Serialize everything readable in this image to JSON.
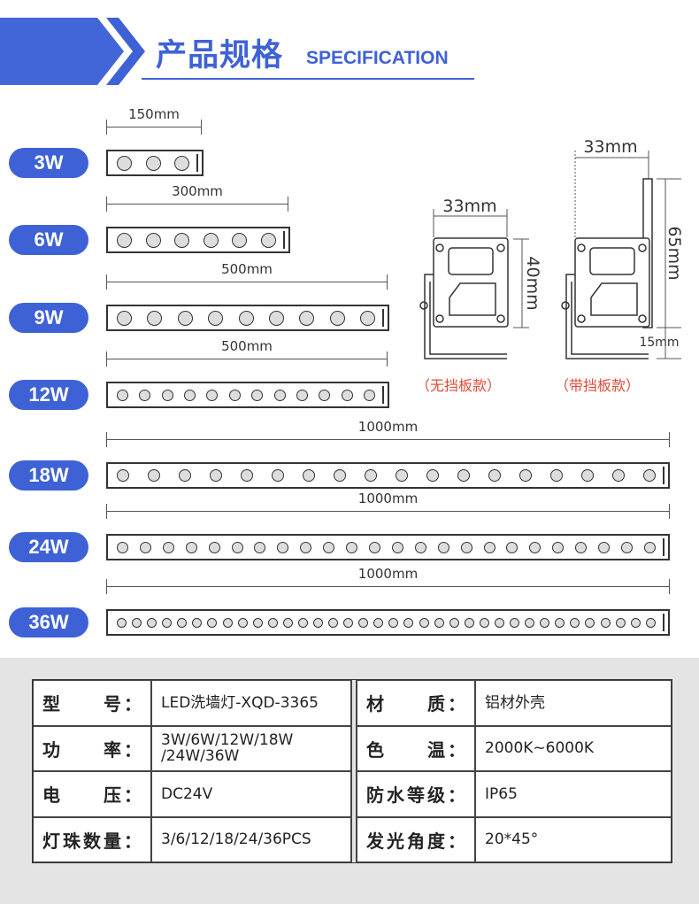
{
  "header": {
    "title": "产品规格",
    "subtitle": "SPECIFICATION"
  },
  "products": [
    {
      "watt": "3W",
      "length": "150mm",
      "leds": 3
    },
    {
      "watt": "6W",
      "length": "300mm",
      "leds": 6
    },
    {
      "watt": "9W",
      "length": "500mm",
      "leds": 9
    },
    {
      "watt": "12W",
      "length": "500mm",
      "leds": 12
    },
    {
      "watt": "18W",
      "length": "1000mm",
      "leds": 18
    },
    {
      "watt": "24W",
      "length": "1000mm",
      "leds": 24
    },
    {
      "watt": "36W",
      "length": "1000mm",
      "leds": 36
    }
  ],
  "brackets": {
    "left": {
      "width": "33mm",
      "height": "40mm",
      "caption": "（无挡板款）"
    },
    "right": {
      "width": "33mm",
      "height": "65mm",
      "offset": "15mm",
      "caption": "（带挡板款）"
    }
  },
  "specs": {
    "rows": [
      {
        "k1": "型　　号：",
        "v1": "LED洗墙灯-XQD-3365",
        "k2": "材　　质：",
        "v2": "铝材外壳"
      },
      {
        "k1": "功　　率：",
        "v1": "3W/6W/12W/18W /24W/36W",
        "k2": "色　　温：",
        "v2": "2000K~6000K"
      },
      {
        "k1": "电　　压：",
        "v1": "DC24V",
        "k2": "防水等级：",
        "v2": "IP65"
      },
      {
        "k1": "灯珠数量：",
        "v1": "3/6/12/18/24/36PCS",
        "k2": "发光角度：",
        "v2": "20*45°"
      }
    ]
  },
  "colors": {
    "accent": "#3e62d6",
    "caption": "#e04b3a",
    "panel": "#e4e4e4"
  }
}
